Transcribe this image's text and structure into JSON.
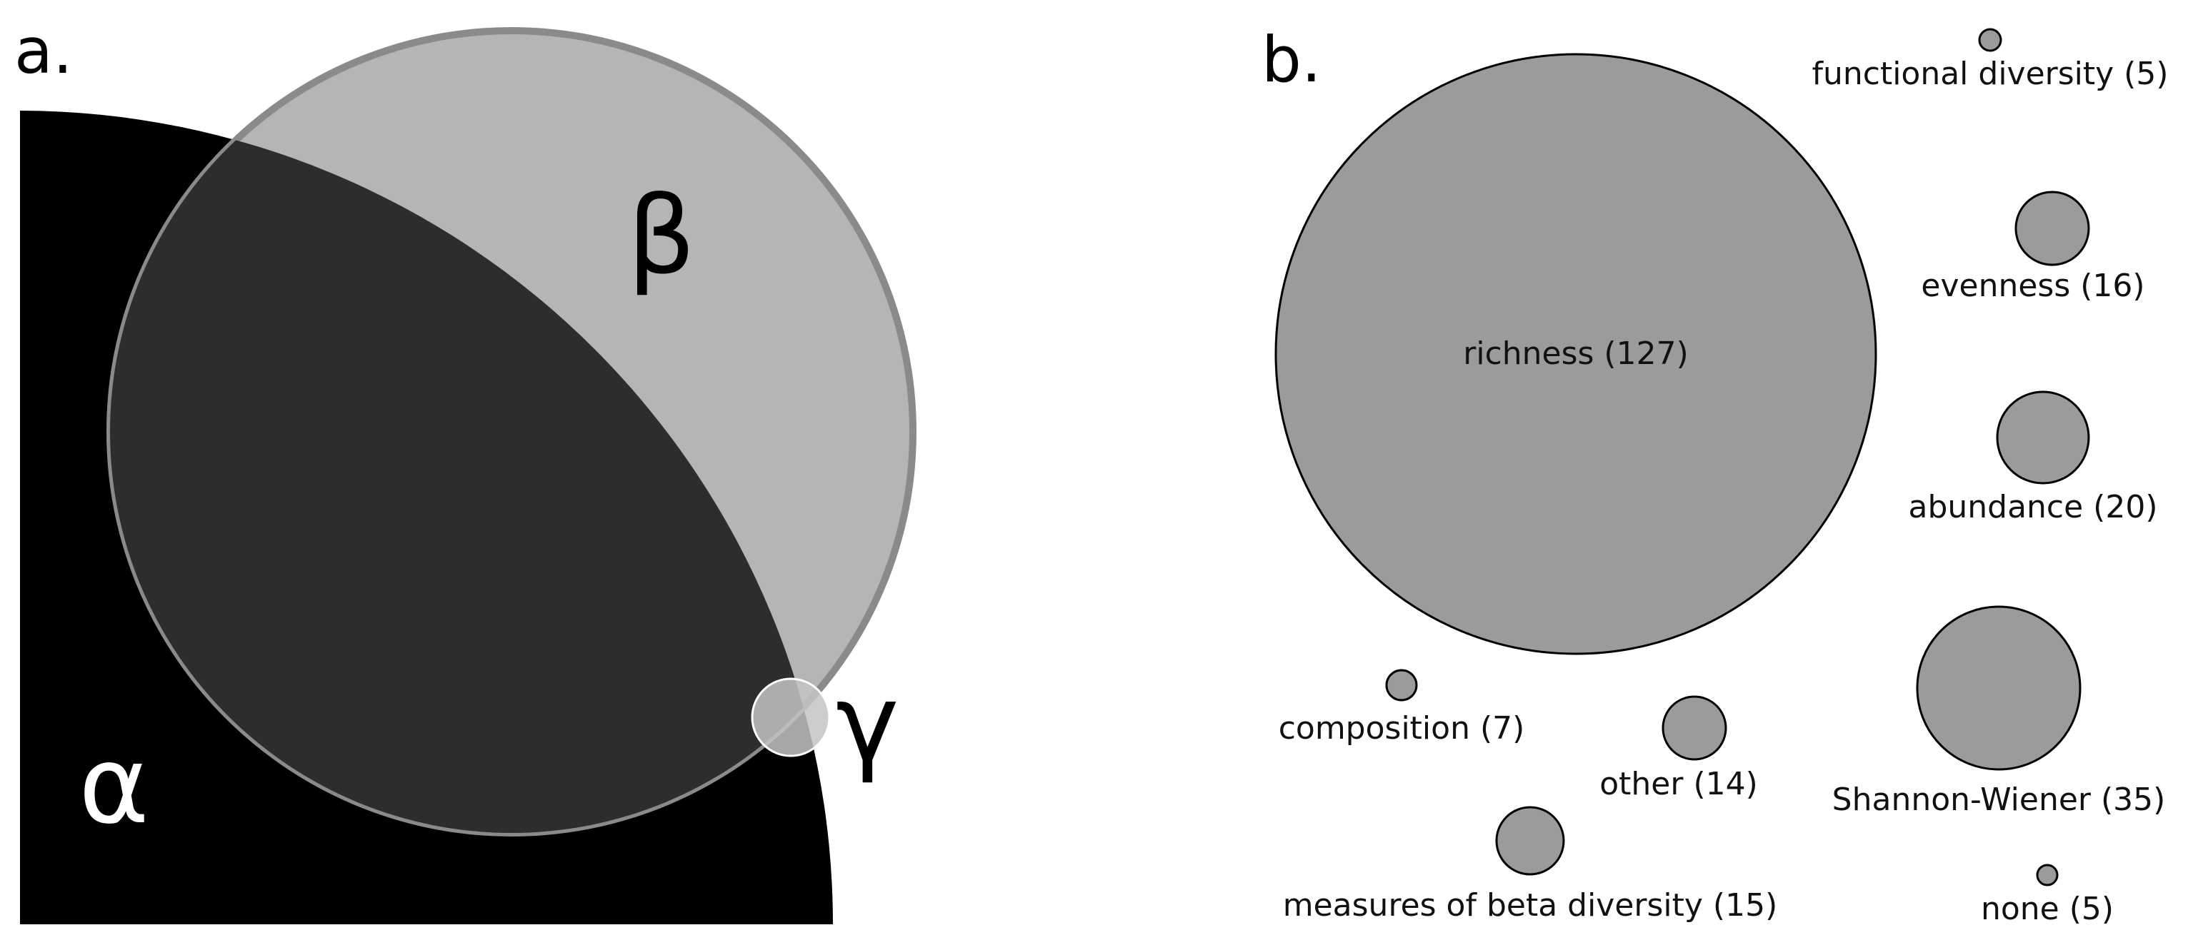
{
  "panel_a": {
    "label": "a.",
    "symbols": {
      "alpha": "α",
      "beta": "β",
      "gamma": "γ"
    },
    "colors": {
      "alpha_region": "#000000",
      "beta_circle": "#b5b5b5",
      "beta_outline": "#8a8a8a",
      "overlap": "#2d2d2d",
      "gamma_circle": "#c4c4c4"
    }
  },
  "panel_b": {
    "label": "b.",
    "bubble_color": "#9b9b9b",
    "bubbles": [
      {
        "id": "richness",
        "label": "richness (127)",
        "count": 127
      },
      {
        "id": "functional-diversity",
        "label": "functional diversity (5)",
        "count": 5
      },
      {
        "id": "evenness",
        "label": "evenness (16)",
        "count": 16
      },
      {
        "id": "abundance",
        "label": "abundance (20)",
        "count": 20
      },
      {
        "id": "shannon-wiener",
        "label": "Shannon-Wiener (35)",
        "count": 35
      },
      {
        "id": "none",
        "label": "none (5)",
        "count": 5
      },
      {
        "id": "composition",
        "label": "composition (7)",
        "count": 7
      },
      {
        "id": "other",
        "label": "other (14)",
        "count": 14
      },
      {
        "id": "measures-of-beta-diversity",
        "label": "measures of beta diversity (15)",
        "count": 15
      }
    ]
  }
}
